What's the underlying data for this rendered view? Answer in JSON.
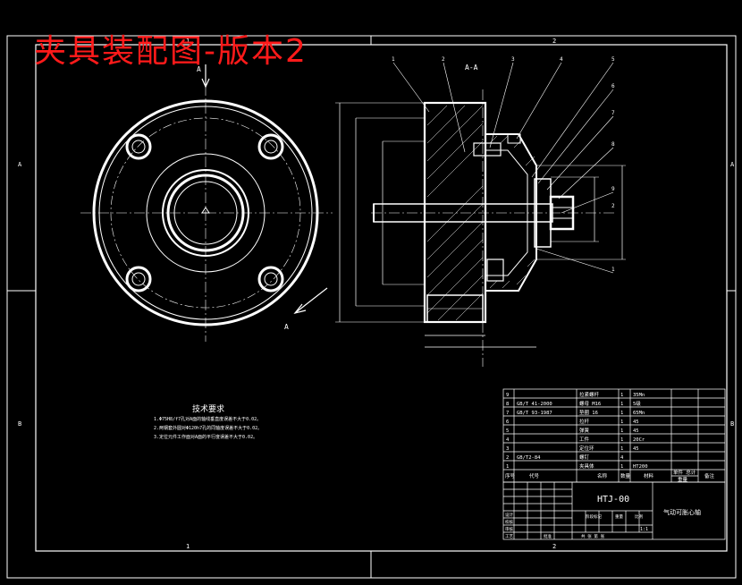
{
  "overlay_title": "夹具装配图-版本2",
  "colors": {
    "background": "#000000",
    "linework": "#ffffff",
    "overlay_title": "#ff1a1a"
  },
  "border": {
    "zone_letters": [
      "A",
      "A",
      "B",
      "B"
    ],
    "zone_numbers": [
      "1",
      "2",
      "1",
      "2"
    ]
  },
  "views": {
    "section_label": "A-A",
    "view_arrow_label_top": "A",
    "view_arrow_label_bottom": "A",
    "balloons": [
      "1",
      "2",
      "3",
      "4",
      "5",
      "6",
      "7",
      "8",
      "9",
      "1",
      "2"
    ]
  },
  "tech_requirements": {
    "title": "技术要求",
    "items": [
      "1.Φ75H8/f7孔对A面的轴线垂直度误差不大于0.02。",
      "2.两钢套外圆对Φ120h7孔的同轴度误差不大于0.02。",
      "3.定位元件工作面对A面的平行度误差不大于0.02。"
    ]
  },
  "bom": {
    "rows": [
      [
        "9",
        "",
        "拉紧螺杆",
        "1",
        "35Mn",
        "",
        ""
      ],
      [
        "8",
        "GB/T 41-2000",
        "螺母 M16",
        "1",
        "5级",
        "",
        ""
      ],
      [
        "7",
        "GB/T 93-1987",
        "垫圈 16",
        "1",
        "65Mn",
        "",
        ""
      ],
      [
        "6",
        "",
        "拉杆",
        "1",
        "45",
        "",
        ""
      ],
      [
        "5",
        "",
        "弹簧",
        "1",
        "45",
        "",
        ""
      ],
      [
        "4",
        "",
        "工件",
        "1",
        "20Cr",
        "",
        ""
      ],
      [
        "3",
        "",
        "定位环",
        "1",
        "45",
        "",
        ""
      ],
      [
        "2",
        "GB/T2-84",
        "螺钉",
        "4",
        "",
        "",
        ""
      ],
      [
        "1",
        "",
        "夹具体",
        "1",
        "HT200",
        "",
        ""
      ]
    ],
    "header": [
      "序号",
      "代号",
      "名称",
      "数量",
      "材料",
      "单件 总计",
      "备注"
    ],
    "header_sub": "重量"
  },
  "title_block": {
    "drawing_no": "HTJ-00",
    "part_name": "气动可胀心轴",
    "scale": "1:1",
    "role_labels": [
      "设计",
      "校核",
      "审核",
      "工艺",
      "批准"
    ],
    "stage_label": "阶段标记",
    "weight_label": "重量",
    "scale_label": "比例",
    "sheet_label": "共 张 第 张"
  }
}
